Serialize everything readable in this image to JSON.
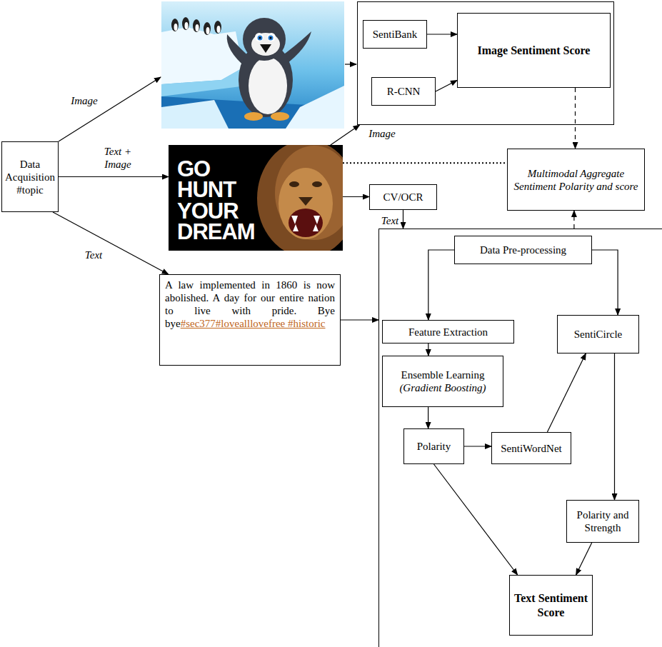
{
  "diagram": {
    "nodes": [
      {
        "text": [
          "Data Acquisition #topic"
        ]
      },
      {
        "text": []
      },
      {
        "text": [
          "SentiBank"
        ],
        "in": 1
      },
      {
        "text": [
          "R-CNN"
        ],
        "in": 1
      },
      {
        "text": [
          "Image Sentiment Score"
        ],
        "in": 1
      },
      {
        "text": [
          "GO HUNT YOUR DREAM"
        ]
      },
      {
        "text": [
          "Multimodal Aggregate Sentiment Polarity and score"
        ]
      },
      {
        "text": [
          "CV/OCR"
        ]
      },
      {
        "text": [
          "A law implemented in 1860 is now abolished. A day for our entire nation to live with pride. Bye bye",
          "#sec377#lovealllovefree #historic"
        ]
      },
      {
        "text": []
      },
      {
        "text": [
          "Data Pre-processing"
        ],
        "in": 9
      },
      {
        "text": [
          "Feature Extraction"
        ],
        "in": 9
      },
      {
        "text": [
          "SentiCircle"
        ],
        "in": 9
      },
      {
        "text": [
          "Ensemble Learning",
          "(Gradient Boosting)"
        ],
        "in": 9
      },
      {
        "text": [
          "Polarity"
        ],
        "in": 9
      },
      {
        "text": [
          "SentiWordNet"
        ],
        "in": 9
      },
      {
        "text": [
          "Polarity and Strength"
        ],
        "in": 9
      },
      {
        "text": [
          "Text Sentiment Score"
        ],
        "in": 9
      }
    ],
    "edges": [
      {
        "from": 0,
        "to": 5,
        "label": "Text + Image",
        "arrow": "to"
      },
      {
        "from": 0,
        "to": 8,
        "label": "Text",
        "arrow": "to"
      },
      {
        "from": 5,
        "to": 1,
        "label": "Image",
        "arrow": "to"
      },
      {
        "from": 2,
        "to": 4,
        "arrow": "to"
      },
      {
        "from": 3,
        "to": 4,
        "arrow": "to"
      },
      {
        "from": 4,
        "to": 6,
        "arrow": "to"
      },
      {
        "from": 5,
        "to": 6,
        "arrow": "none"
      },
      {
        "from": 5,
        "to": 7,
        "arrow": "to"
      },
      {
        "from": 7,
        "to": 9,
        "label": "Text",
        "arrow": "to"
      },
      {
        "from": 8,
        "to": 9,
        "arrow": "to"
      },
      {
        "from": 9,
        "to": 6,
        "arrow": "to"
      },
      {
        "from": 10,
        "to": 11,
        "arrow": "to"
      },
      {
        "from": 10,
        "to": 12,
        "arrow": "to"
      },
      {
        "from": 11,
        "to": 13,
        "arrow": "to"
      },
      {
        "from": 13,
        "to": 14,
        "arrow": "to"
      },
      {
        "from": 14,
        "to": 15,
        "arrow": "to"
      },
      {
        "from": 15,
        "to": 12,
        "arrow": "to"
      },
      {
        "from": 12,
        "to": 16,
        "arrow": "to"
      },
      {
        "from": 14,
        "to": 17,
        "arrow": "to"
      },
      {
        "from": 16,
        "to": 17,
        "arrow": "to"
      }
    ],
    "labels": [
      "Image"
    ]
  }
}
